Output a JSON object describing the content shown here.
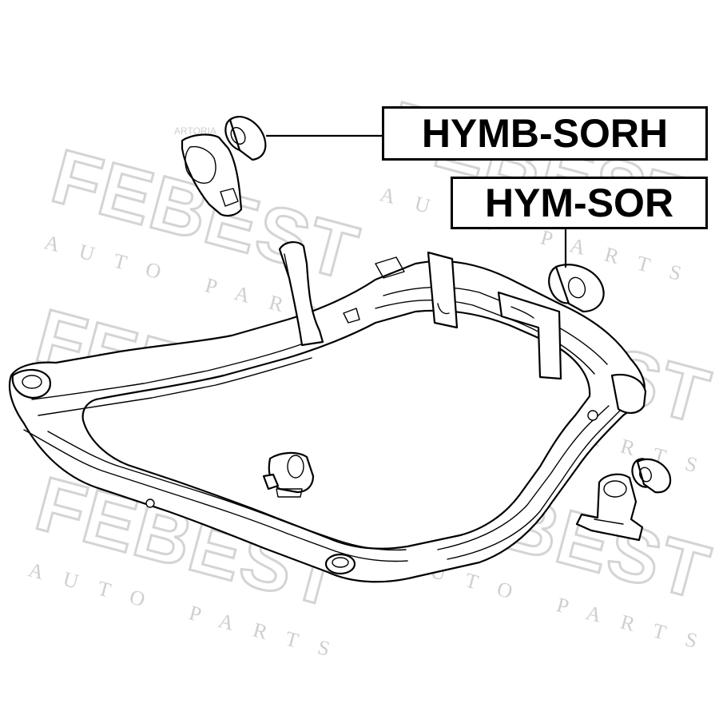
{
  "watermark": {
    "brand": "FEBEST",
    "tagline": "AUTO PARTS",
    "small_mark": "ARTORIA"
  },
  "labels": {
    "part_1": "HYMB-SORH",
    "part_2": "HYM-SOR"
  }
}
